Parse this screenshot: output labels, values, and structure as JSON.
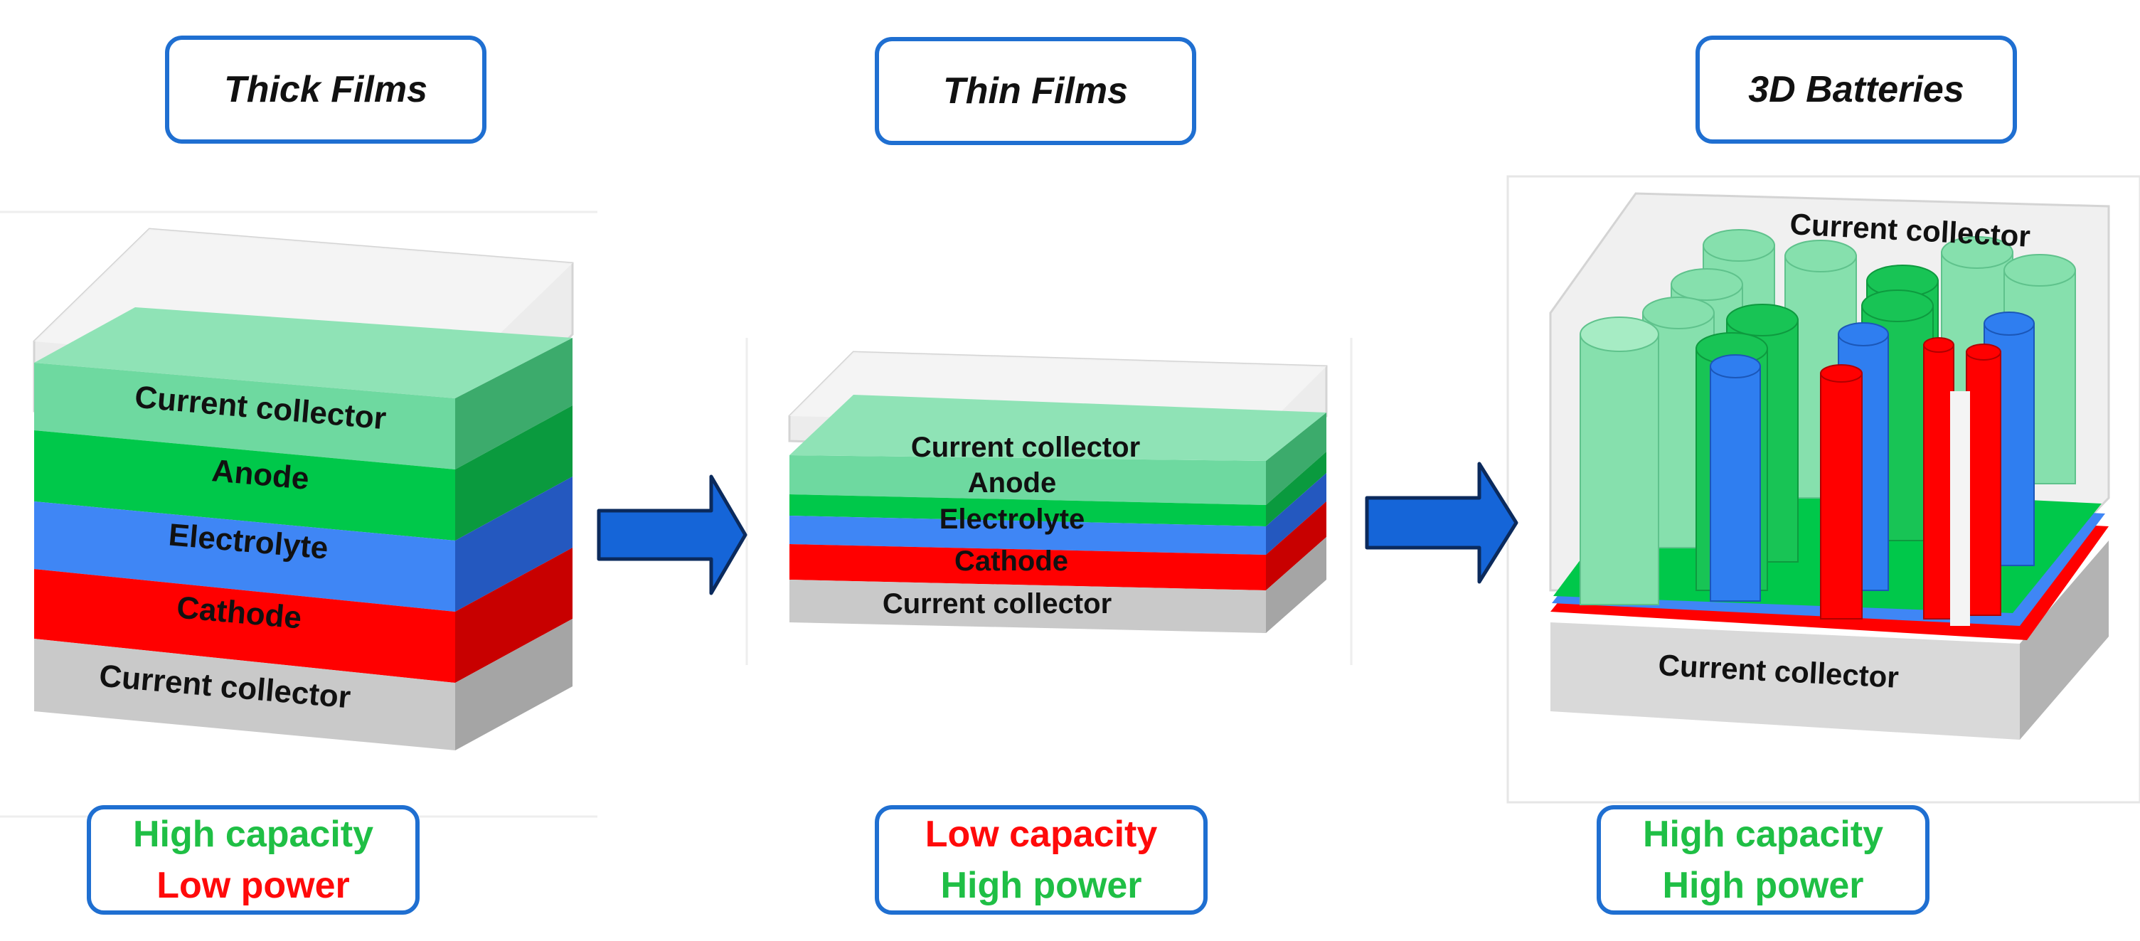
{
  "colors": {
    "good": "#1fbf45",
    "bad": "#ff0a0a",
    "border": "#1f6fd1",
    "collector_top": "#6ed9a0",
    "anode": "#00c84a",
    "electrolyte": "#3f86f5",
    "cathode": "#ff0000",
    "current_collector_bottom": "#c9c9c9",
    "arrow": "#1565d8"
  },
  "panels": [
    {
      "title": "Thick Films",
      "layers": [
        "Current collector",
        "Anode",
        "Electrolyte",
        "Cathode",
        "Current collector"
      ],
      "properties": [
        {
          "text": "High capacity",
          "status": "good"
        },
        {
          "text": "Low power",
          "status": "bad"
        }
      ]
    },
    {
      "title": "Thin Films",
      "layers": [
        "Current collector",
        "Anode",
        "Electrolyte",
        "Cathode",
        "Current collector"
      ],
      "properties": [
        {
          "text": "Low capacity",
          "status": "bad"
        },
        {
          "text": "High power",
          "status": "good"
        }
      ]
    },
    {
      "title": "3D Batteries",
      "layers": [
        "Current collector",
        "Current collector"
      ],
      "properties": [
        {
          "text": "High capacity",
          "status": "good"
        },
        {
          "text": "High power",
          "status": "good"
        }
      ]
    }
  ]
}
